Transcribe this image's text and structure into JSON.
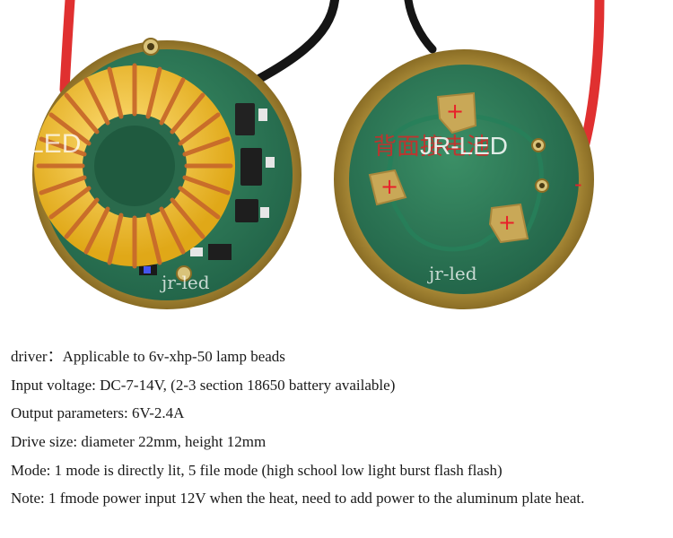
{
  "photo": {
    "left_board": {
      "watermark_partial": "LED",
      "watermark_bottom": "jr-led"
    },
    "right_board": {
      "watermark_chinese": "背面接电池",
      "watermark_brand": "JR-LED",
      "watermark_bottom": "jr-led",
      "pad_symbol": "+",
      "edge_symbol": "-"
    },
    "colors": {
      "pcb_green": "#2f7a56",
      "copper_ring": "#c9a24a",
      "toroid_yellow": "#f2c12b",
      "wire_red": "#e03030",
      "wire_black": "#151515",
      "mark_red": "#e8202a"
    }
  },
  "specs": [
    "driver：Applicable to 6v-xhp-50 lamp beads",
    "Input voltage: DC-7-14V, (2-3 section 18650 battery available)",
    "Output parameters: 6V-2.4A",
    "Drive size: diameter 22mm, height 12mm",
    "Mode: 1 mode is directly lit, 5 file mode (high school low light burst flash flash)",
    "Note: 1 fmode power input 12V when the heat, need to add power to the aluminum plate heat."
  ]
}
